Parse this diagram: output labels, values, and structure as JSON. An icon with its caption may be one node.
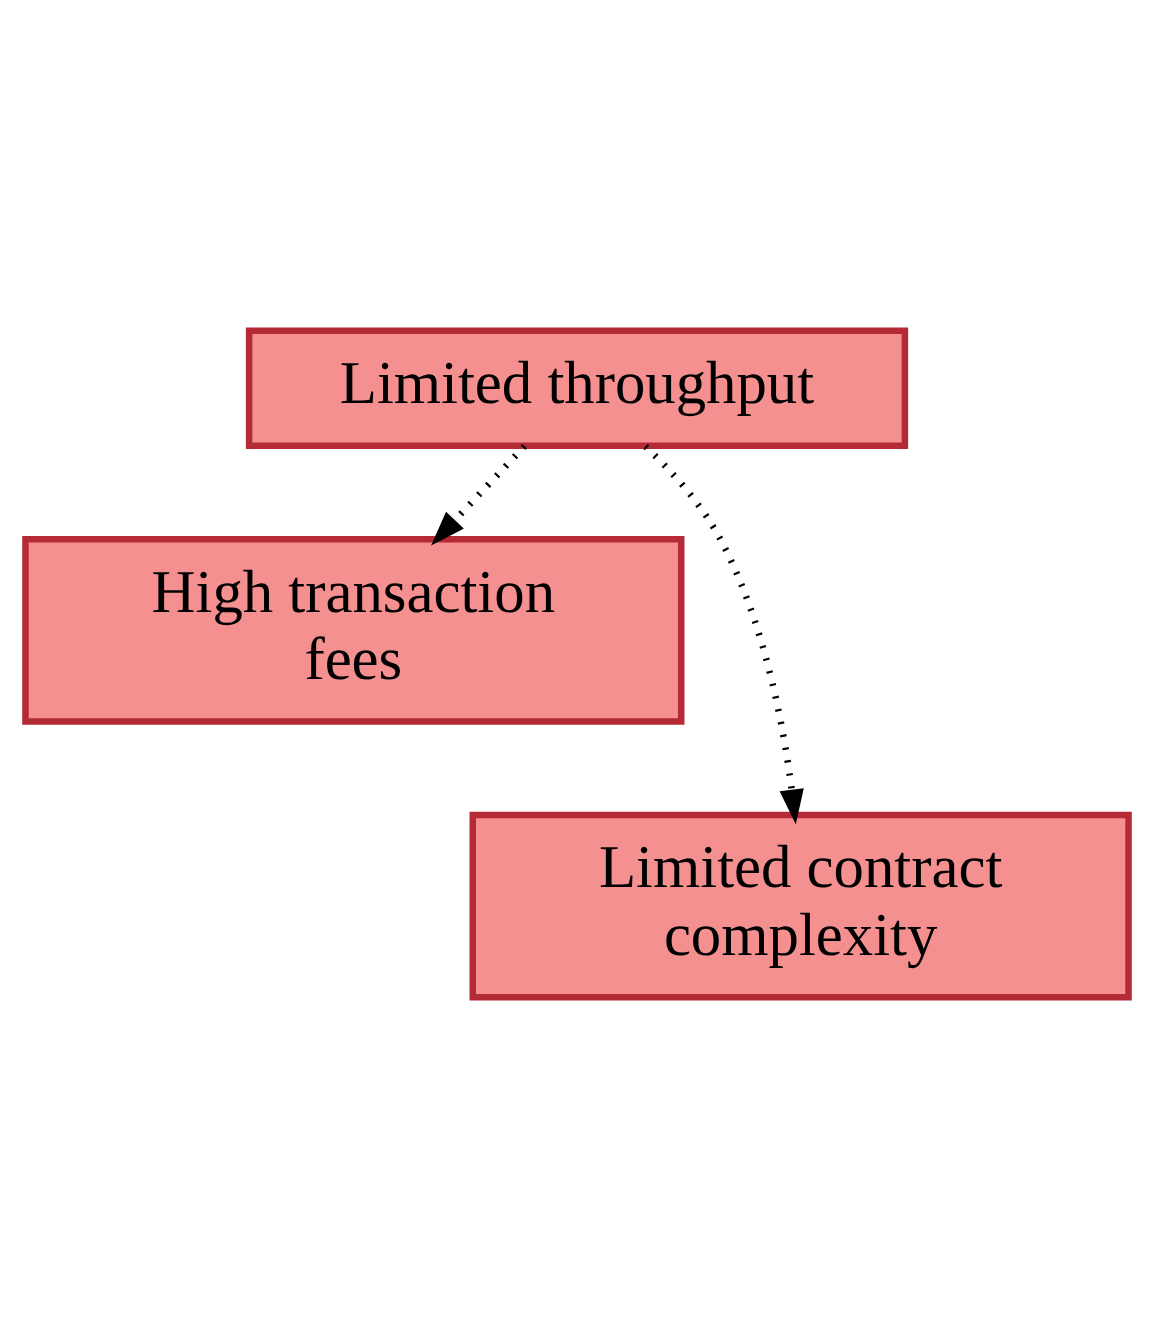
{
  "diagram": {
    "nodes": [
      {
        "text": [
          "Limited throughput"
        ]
      },
      {
        "text": [
          "High transaction fees"
        ]
      },
      {
        "text": [
          "Limited contract complexity"
        ]
      }
    ],
    "edges": [
      {
        "from": 0,
        "to": 1,
        "arrow": "to",
        "style": "dashed"
      },
      {
        "from": 0,
        "to": 2,
        "arrow": "to",
        "style": "dashed"
      }
    ]
  }
}
